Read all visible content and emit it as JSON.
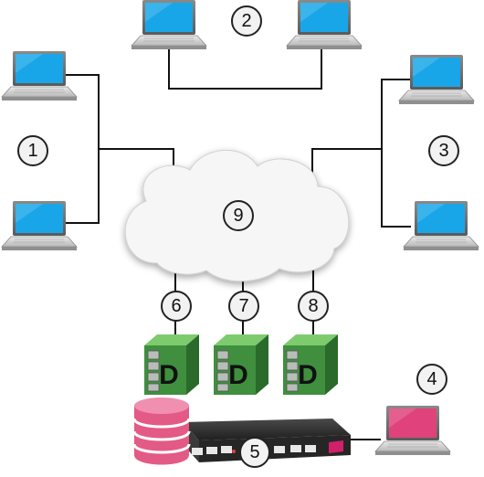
{
  "labels": {
    "n1": "1",
    "n2": "2",
    "n3": "3",
    "n4": "4",
    "n5": "5",
    "n6": "6",
    "n7": "7",
    "n8": "8",
    "n9": "9"
  },
  "server_glyph": "D",
  "colors": {
    "screen_blue": "#19a6e8",
    "screen_pink": "#e0437b",
    "server_green": "#3f8f3f",
    "db_pink": "#e35a86",
    "cloud": "#f7f7f7",
    "line": "#111111"
  }
}
